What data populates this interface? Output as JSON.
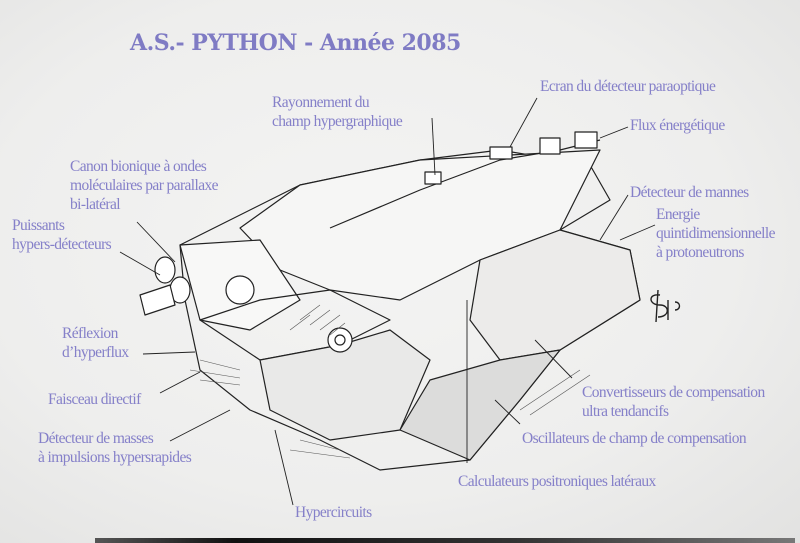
{
  "title": "A.S.- PYTHON - Année 2085",
  "labels": {
    "rayonnement": [
      "Rayonnement du",
      "champ hypergraphique"
    ],
    "ecran": [
      "Ecran du détecteur paraoptique"
    ],
    "flux": [
      "Flux énergétique"
    ],
    "canon": [
      "Canon bionique à ondes",
      "moléculaires par parallaxe",
      "bi-latéral"
    ],
    "puissants": [
      "Puissants",
      "hypers-détecteurs"
    ],
    "mannes": [
      "Détecteur de mannes"
    ],
    "energie": [
      "Energie",
      "quintidimensionnelle",
      "à protoneutrons"
    ],
    "reflexion": [
      "Réflexion",
      "d’hyperflux"
    ],
    "faisceau": [
      "Faisceau directif"
    ],
    "masses": [
      "Détecteur de masses",
      "à impulsions hypersrapides"
    ],
    "hypercircuits": [
      "Hypercircuits"
    ],
    "calculateurs": [
      "Calculateurs positroniques latéraux"
    ],
    "oscillateurs": [
      "Oscillateurs de champ de compensation"
    ],
    "convertisseurs": [
      "Convertisseurs de compensation",
      "ultra tendancifs"
    ]
  },
  "colors": {
    "label": "#8580c9",
    "title": "#7f7bc4",
    "sketch": "#222222"
  }
}
